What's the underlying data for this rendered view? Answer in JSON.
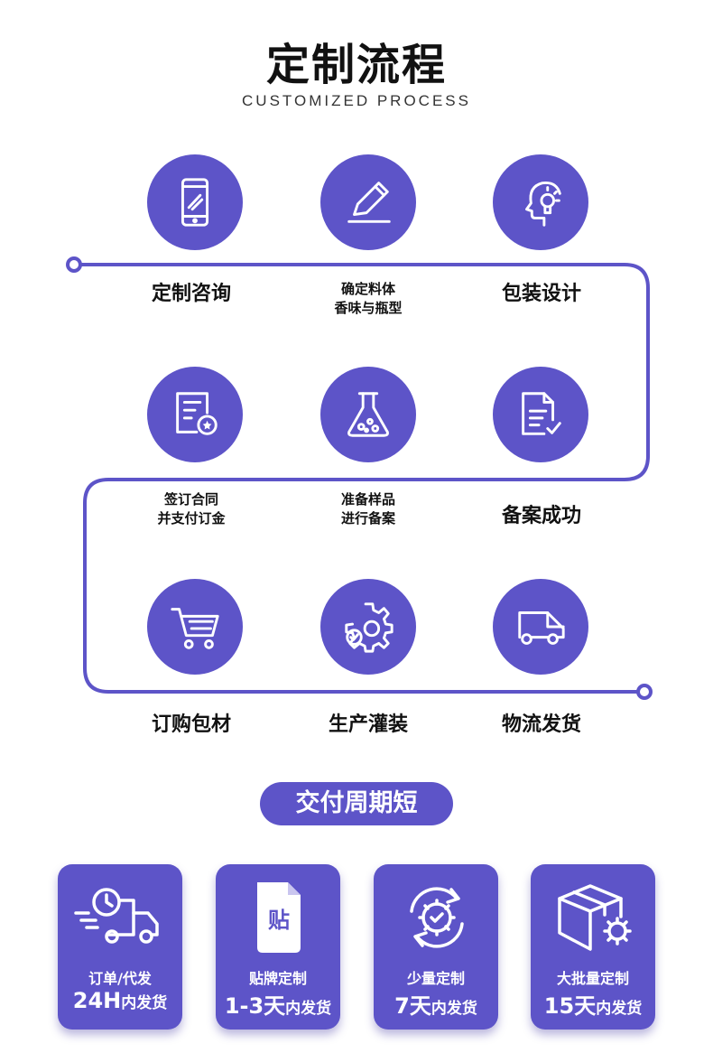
{
  "header": {
    "title": "定制流程",
    "subtitle": "CUSTOMIZED PROCESS"
  },
  "colors": {
    "accent": "#5d54c8",
    "text": "#111111"
  },
  "steps": [
    {
      "icon": "phone-icon",
      "label_lines": [
        "定制咨询"
      ],
      "size": "big"
    },
    {
      "icon": "pencil-icon",
      "label_lines": [
        "确定料体",
        "香味与瓶型"
      ],
      "size": "small"
    },
    {
      "icon": "idea-head-icon",
      "label_lines": [
        "包装设计"
      ],
      "size": "big"
    },
    {
      "icon": "contract-icon",
      "label_lines": [
        "签订合同",
        "并支付订金"
      ],
      "size": "small"
    },
    {
      "icon": "flask-icon",
      "label_lines": [
        "准备样品",
        "进行备案"
      ],
      "size": "small"
    },
    {
      "icon": "document-check-icon",
      "label_lines": [
        "备案成功"
      ],
      "size": "big"
    },
    {
      "icon": "cart-icon",
      "label_lines": [
        "订购包材"
      ],
      "size": "big"
    },
    {
      "icon": "gear-icon",
      "label_lines": [
        "生产灌装"
      ],
      "size": "big"
    },
    {
      "icon": "truck-icon",
      "label_lines": [
        "物流发货"
      ],
      "size": "big"
    }
  ],
  "delivery": {
    "title": "交付周期短",
    "cards": [
      {
        "icon": "fast-truck-icon",
        "line1": "订单/代发",
        "num": "24H",
        "suffix": "内发货"
      },
      {
        "icon": "label-sticker-icon",
        "icon_text": "贴",
        "line1": "贴牌定制",
        "num": "1-3天",
        "suffix": "内发货"
      },
      {
        "icon": "cycle-gear-icon",
        "line1": "少量定制",
        "num": "7天",
        "suffix": "内发货"
      },
      {
        "icon": "box-gear-icon",
        "line1": "大批量定制",
        "num": "15天",
        "suffix": "内发货"
      }
    ]
  }
}
